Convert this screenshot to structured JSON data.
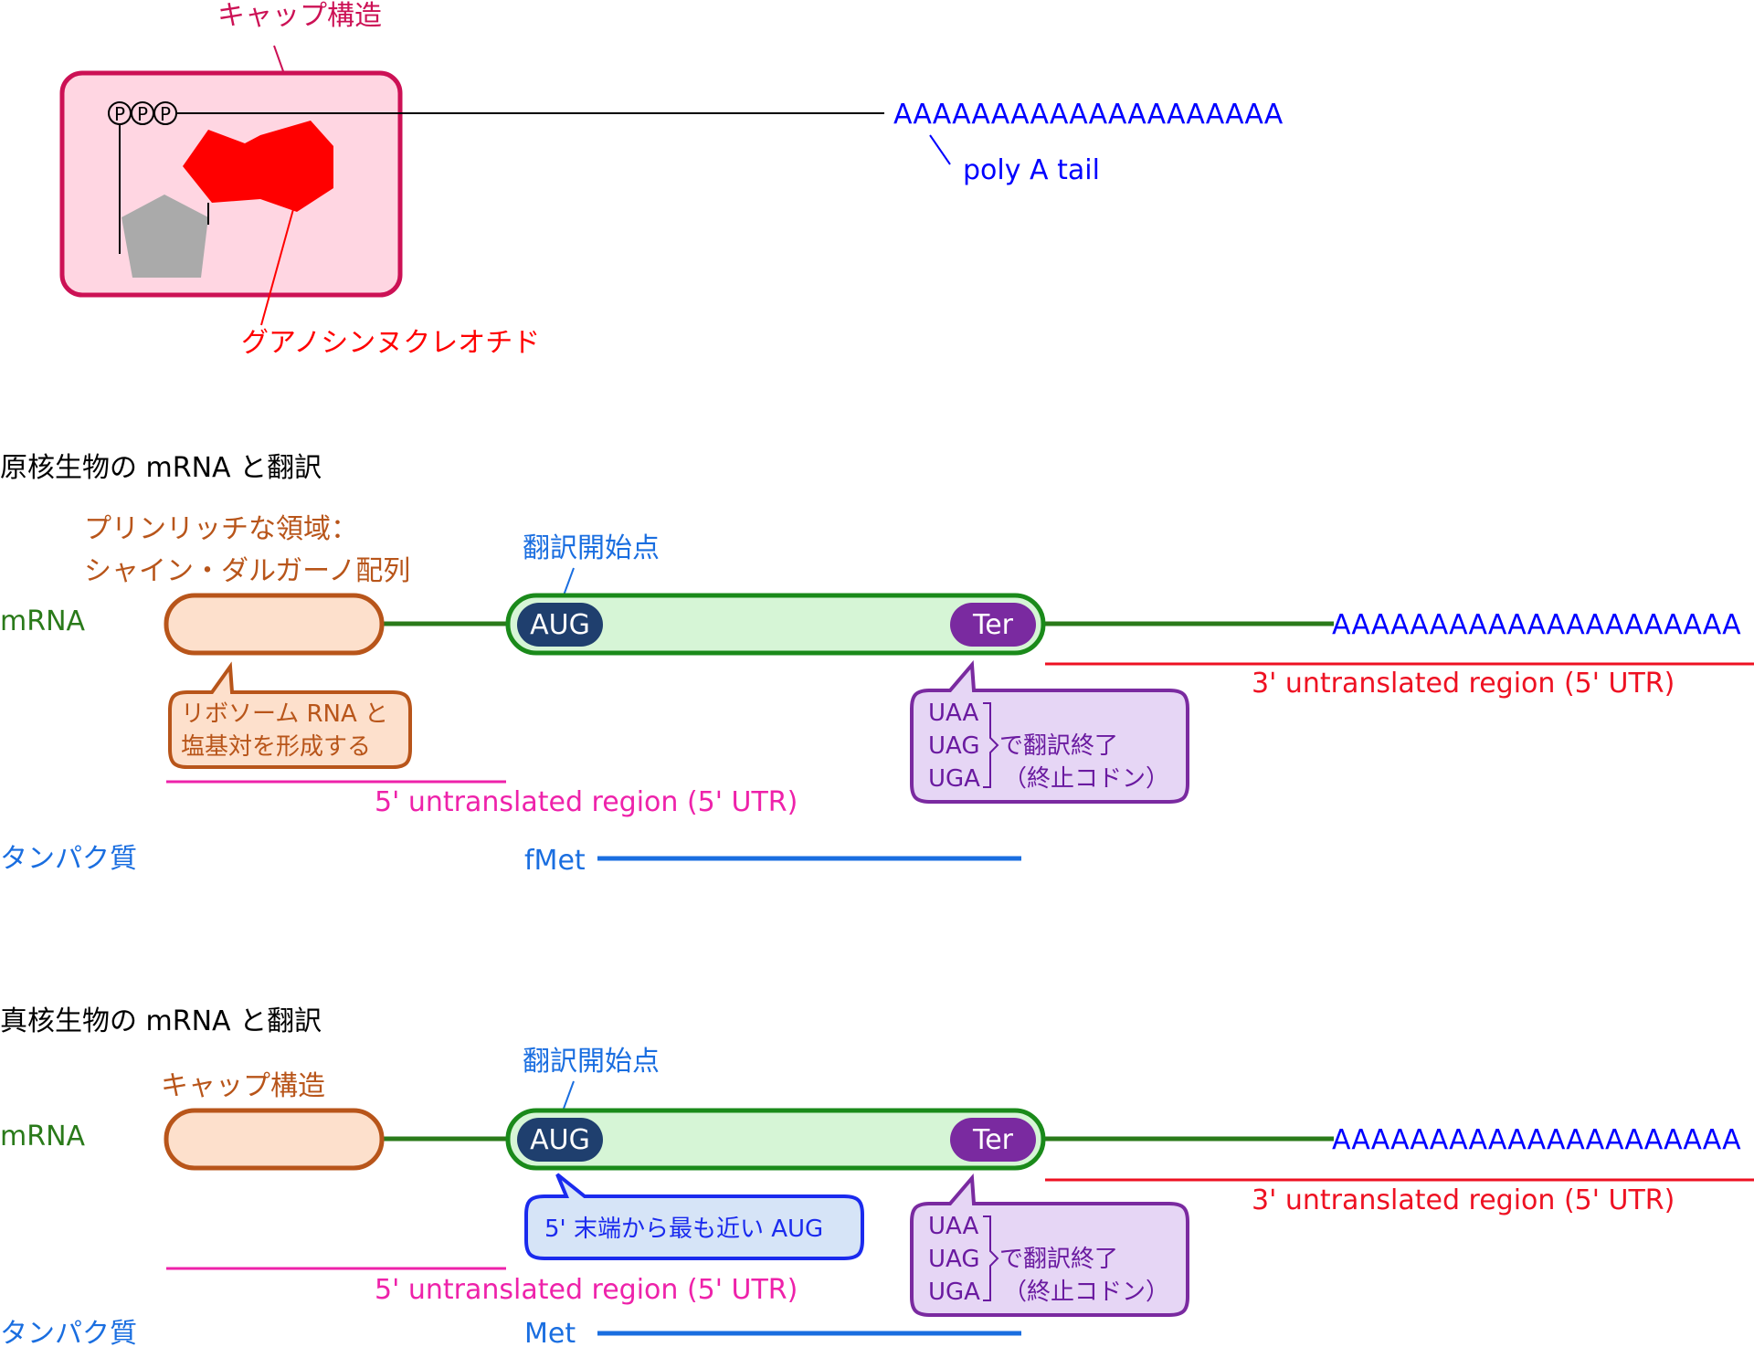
{
  "colors": {
    "cap_pink": "#cc1155",
    "cap_fill": "#ffd6e2",
    "guanine_red": "#ff0000",
    "sugar_gray": "#aaaaaa",
    "polyA_blue": "#0000ff",
    "mrna_green": "#2a7a1a",
    "cds_fill": "#d6f5d6",
    "cds_stroke": "#1a8a1a",
    "aug_navy": "#1f3f6e",
    "ter_purple": "#7a2aa0",
    "sd_orange": "#b8551a",
    "sd_fill": "#fde0cc",
    "utr5_magenta": "#ee22aa",
    "utr3_red": "#ee1122",
    "protein_blue": "#1a6ee0",
    "stop_fill": "#e6d6f5",
    "stop_text": "#6a1aa0",
    "callout_blue_fill": "#d6e4f7",
    "callout_blue_stroke": "#1a2aee"
  },
  "cap_section": {
    "cap_label": "キャップ構造",
    "phosphate_symbol": "P",
    "guanine_label": "グアノシンヌクレオチド",
    "polyA_seq": "AAAAAAAAAAAAAAAAAAAA",
    "polyA_label": "poly A tail"
  },
  "prokaryote": {
    "title": "原核生物の mRNA と翻訳",
    "sd_label_line1": "プリンリッチな領域：",
    "sd_label_line2": "シャイン・ダルガーノ配列",
    "start_label": "翻訳開始点",
    "mrna_label": "mRNA",
    "aug": "AUG",
    "ter": "Ter",
    "polyA_seq": "AAAAAAAAAAAAAAAAAAAAA",
    "utr3_label": "3' untranslated region (5' UTR)",
    "sd_callout_line1": "リボソーム RNA と",
    "sd_callout_line2": "塩基対を形成する",
    "stop_codons": [
      "UAA",
      "UAG",
      "UGA"
    ],
    "stop_text1": "で翻訳終了",
    "stop_text2": "（終止コドン）",
    "utr5_label": "5' untranslated region (5' UTR)",
    "protein_label": "タンパク質",
    "start_aa": "fMet"
  },
  "eukaryote": {
    "title": "真核生物の mRNA と翻訳",
    "start_label": "翻訳開始点",
    "cap_label": "キャップ構造",
    "mrna_label": "mRNA",
    "aug": "AUG",
    "ter": "Ter",
    "polyA_seq": "AAAAAAAAAAAAAAAAAAAAA",
    "utr3_label": "3' untranslated region (5' UTR)",
    "aug_callout": "5' 末端から最も近い AUG",
    "stop_codons": [
      "UAA",
      "UAG",
      "UGA"
    ],
    "stop_text1": "で翻訳終了",
    "stop_text2": "（終止コドン）",
    "utr5_label": "5' untranslated region (5' UTR)",
    "protein_label": "タンパク質",
    "start_aa": "Met"
  }
}
